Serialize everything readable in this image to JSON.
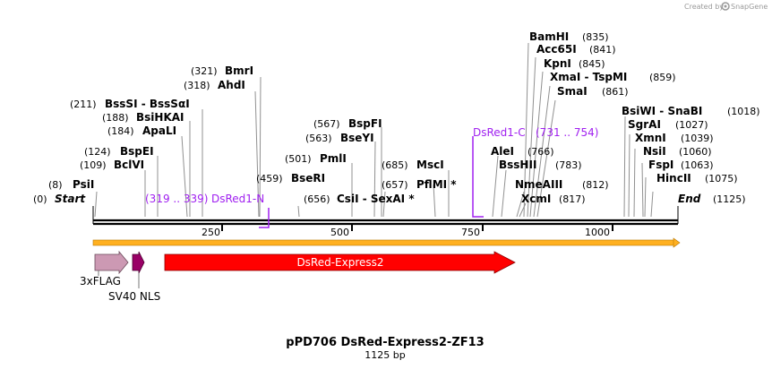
{
  "credit": {
    "text": "Created by",
    "brand": "SnapGene"
  },
  "plasmid": {
    "name": "pPD706 DsRed-Express2-ZF13",
    "length": "1125 bp"
  },
  "ends": {
    "start": {
      "label": "Start",
      "pos": "(0)"
    },
    "end": {
      "label": "End",
      "pos": "(1125)"
    }
  },
  "axis": {
    "ticks": [
      "250",
      "500",
      "750",
      "1000"
    ]
  },
  "sites": [
    {
      "name": "PsiI",
      "pos": "(8)"
    },
    {
      "name": "BclVI",
      "pos": "(109)"
    },
    {
      "name": "BspEI",
      "pos": "(124)"
    },
    {
      "name": "ApaLI",
      "pos": "(184)"
    },
    {
      "name": "BsiHKAI",
      "pos": "(188)"
    },
    {
      "name": "BssSI  - BssSαI",
      "pos": "(211)"
    },
    {
      "name": "AhdI",
      "pos": "(318)"
    },
    {
      "name": "BmrI",
      "pos": "(321)"
    },
    {
      "name": "BseRI",
      "pos": "(459)"
    },
    {
      "name": "PmlI",
      "pos": "(501)"
    },
    {
      "name": "CsiI  - SexAI *",
      "pos": "(656)"
    },
    {
      "name": "PflMI *",
      "pos": "(657)"
    },
    {
      "name": "BseYI",
      "pos": "(563)"
    },
    {
      "name": "BspFI",
      "pos": "(567)"
    },
    {
      "name": "MscI",
      "pos": "(685)"
    },
    {
      "name": "AleI",
      "pos": "(766)"
    },
    {
      "name": "BssHII",
      "pos": "(783)"
    },
    {
      "name": "NmeAIII",
      "pos": "(812)"
    },
    {
      "name": "XcmI",
      "pos": "(817)"
    },
    {
      "name": "SmaI",
      "pos": "(861)"
    },
    {
      "name": "XmaI  - TspMI",
      "pos": "(859)"
    },
    {
      "name": "KpnI",
      "pos": "(845)"
    },
    {
      "name": "Acc65I",
      "pos": "(841)"
    },
    {
      "name": "BamHI",
      "pos": "(835)"
    },
    {
      "name": "BsiWI  - SnaBI",
      "pos": "(1018)"
    },
    {
      "name": "SgrAI",
      "pos": "(1027)"
    },
    {
      "name": "XmnI",
      "pos": "(1039)"
    },
    {
      "name": "NsiI",
      "pos": "(1060)"
    },
    {
      "name": "FspI",
      "pos": "(1063)"
    },
    {
      "name": "HincII",
      "pos": "(1075)"
    }
  ],
  "primers": [
    {
      "name": "DsRed1-N",
      "range": "(319 .. 339)"
    },
    {
      "name": "DsRed1-C",
      "range": "(731 .. 754)"
    }
  ],
  "features": [
    {
      "name": "3xFLAG",
      "color": "#cc99b3"
    },
    {
      "name": "SV40 NLS",
      "color": "#990066"
    },
    {
      "name": "DsRed-Express2",
      "color": "#ff0000"
    }
  ],
  "colors": {
    "primer": "#a020f0",
    "orf": "#ffb020"
  }
}
